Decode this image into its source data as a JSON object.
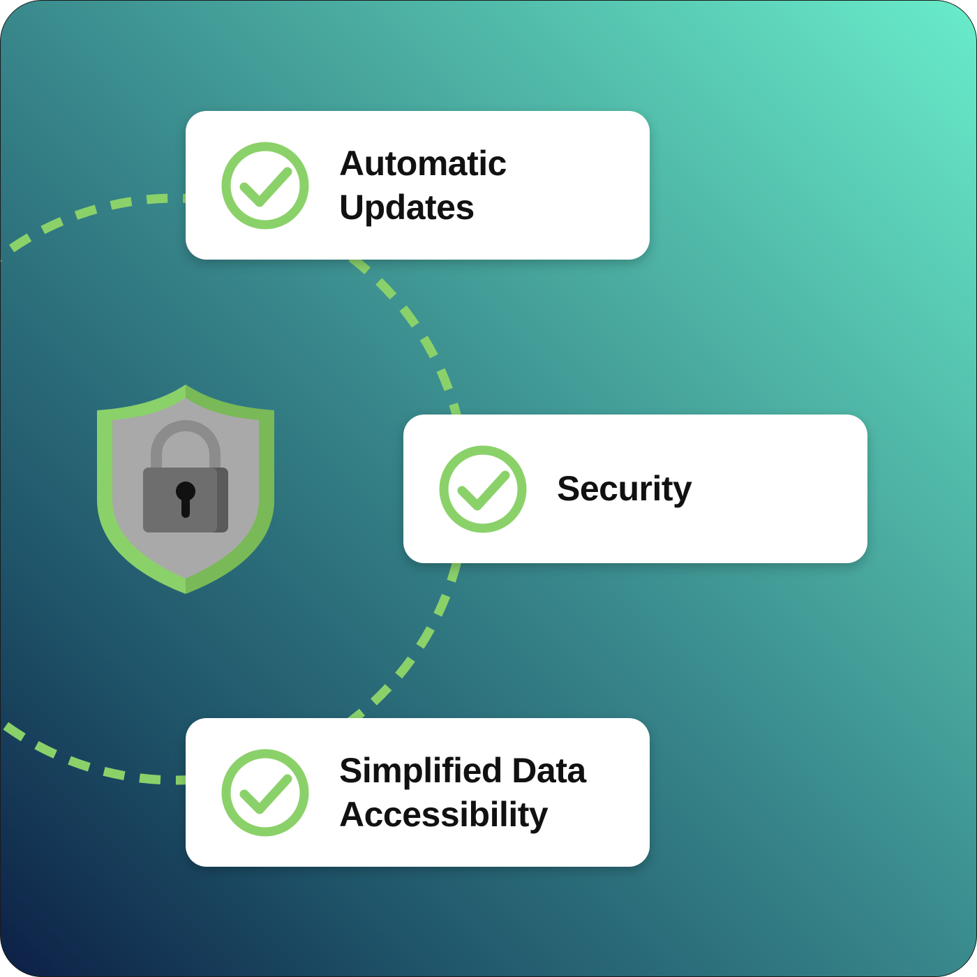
{
  "colors": {
    "accent_green": "#8bd16a",
    "gradient_top_right": "#69ecca",
    "gradient_bottom_left": "#0c1f45",
    "card_background": "#ffffff",
    "text": "#111111"
  },
  "icons": {
    "central": "shield-lock-icon",
    "feature": "check-circle-icon"
  },
  "features": [
    {
      "label": "Automatic Updates"
    },
    {
      "label": "Security"
    },
    {
      "label": "Simplified Data Accessibility"
    }
  ]
}
